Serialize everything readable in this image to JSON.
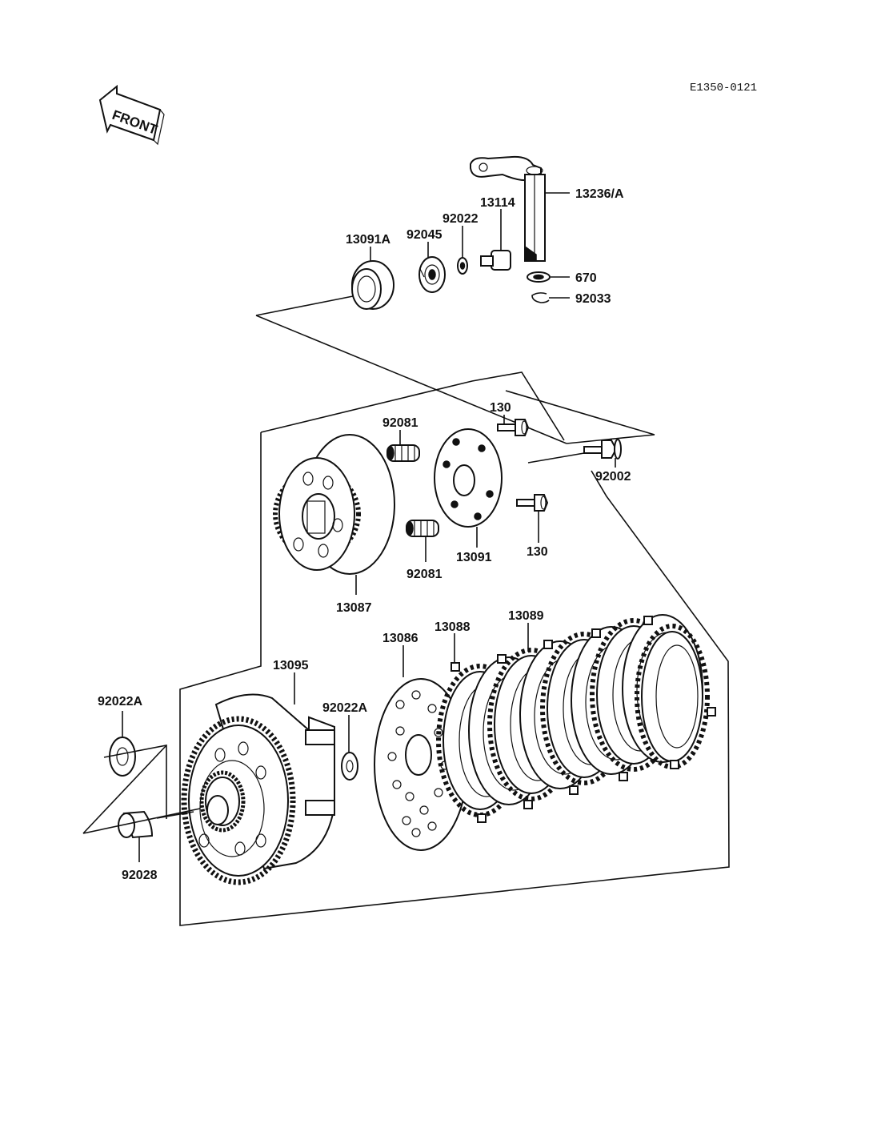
{
  "diagram_code": "E1350-0121",
  "front_label": "FRONT",
  "parts": {
    "p13236A": "13236/A",
    "p13114": "13114",
    "p92022": "92022",
    "p92045": "92045",
    "p13091A": "13091A",
    "p670": "670",
    "p92033": "92033",
    "p92081a": "92081",
    "p92081b": "92081",
    "p130a": "130",
    "p130b": "130",
    "p92002": "92002",
    "p13091": "13091",
    "p13087": "13087",
    "p13086": "13086",
    "p13088": "13088",
    "p13089": "13089",
    "p13095": "13095",
    "p92022Aa": "92022A",
    "p92022Ab": "92022A",
    "p92028": "92028"
  }
}
